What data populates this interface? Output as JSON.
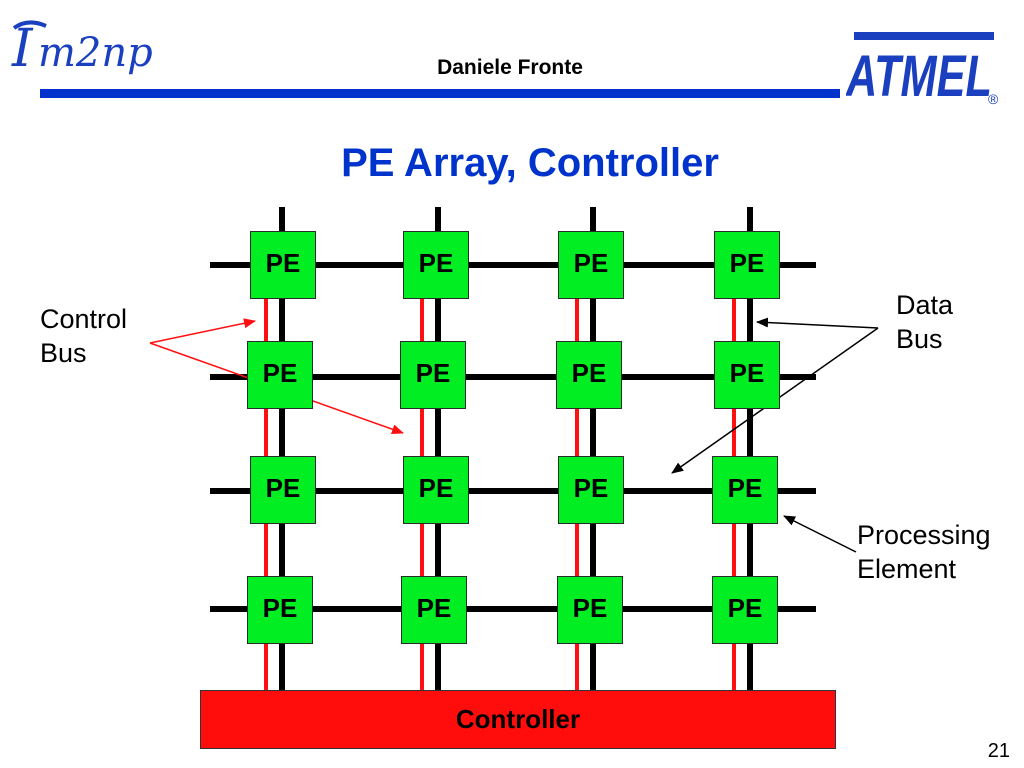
{
  "header": {
    "left_logo_text": "Im2np",
    "author": "Daniele Fronte",
    "right_logo_text": "ATMEL",
    "right_logo_mark": "®"
  },
  "title": "PE Array, Controller",
  "pe_label": "PE",
  "controller_label": "Controller",
  "labels": {
    "control_bus": [
      "Control",
      "Bus"
    ],
    "data_bus": [
      "Data",
      "Bus"
    ],
    "processing_element": [
      "Processing",
      "Element"
    ]
  },
  "page_number": "21",
  "colors": {
    "title_blue": "#0033cc",
    "pe_green": "#00ee22",
    "controller_red": "#ff0d0d",
    "control_bus_red": "#ff1010",
    "data_bus_black": "#000000"
  }
}
